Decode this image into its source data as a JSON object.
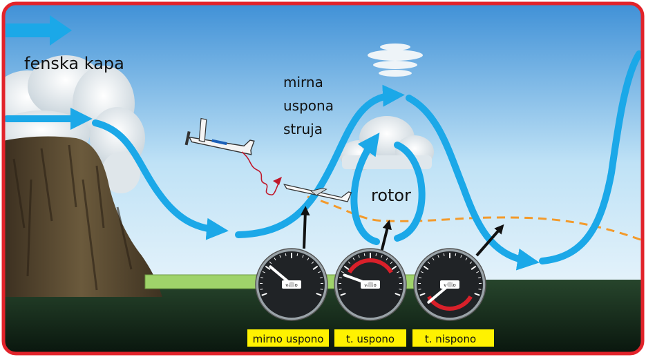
{
  "labels": {
    "cap_cloud": "fenska kapa",
    "laminar_line1": "mirna",
    "laminar_line2": "uspona",
    "laminar_line3": "struja",
    "rotor": "rotor"
  },
  "gauges": [
    {
      "caption": "mirno uspono",
      "readout": "vario"
    },
    {
      "caption": "t. uspono",
      "readout": "vario"
    },
    {
      "caption": "t. nispono",
      "readout": "vario"
    }
  ],
  "colors": {
    "frame": "#e2232a",
    "airflow": "#1ba8e8",
    "sky_top": "#3d8fd6",
    "sky_bottom": "#e8f4fb",
    "ground": "#14281a",
    "mountain": "#5a4a32",
    "runway": "#9fd36a",
    "glider_path": "#f39a2b",
    "caption_bg": "#fff200",
    "turbulence_red": "#d9202a"
  }
}
